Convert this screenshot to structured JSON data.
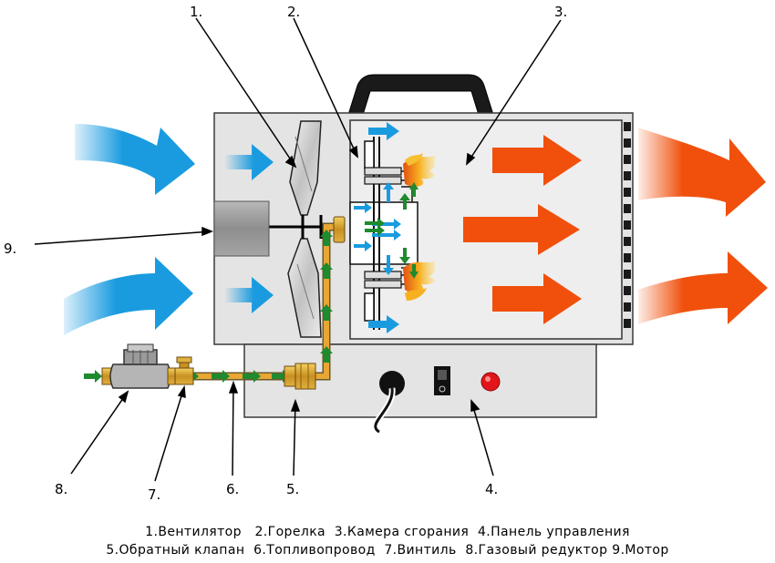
{
  "labels": {
    "n1": "1.",
    "n2": "2.",
    "n3": "3.",
    "n4": "4.",
    "n5": "5.",
    "n6": "6.",
    "n7": "7.",
    "n8": "8.",
    "n9": "9."
  },
  "legend": {
    "line1": "1.Вентилятор   2.Горелка  3.Камера сгорания  4.Панель управления",
    "line2": "5.Обратный клапан  6.Топливопровод  7.Винтиль  8.Газовый редуктор 9.Мотор"
  },
  "colors": {
    "cold_air": "#1a9be0",
    "hot_air": "#f0500c",
    "fuel_line": "#e8a634",
    "gas_flow": "#1f8a2e",
    "body": "#dcdcdc",
    "indicator": "#e0161a"
  }
}
